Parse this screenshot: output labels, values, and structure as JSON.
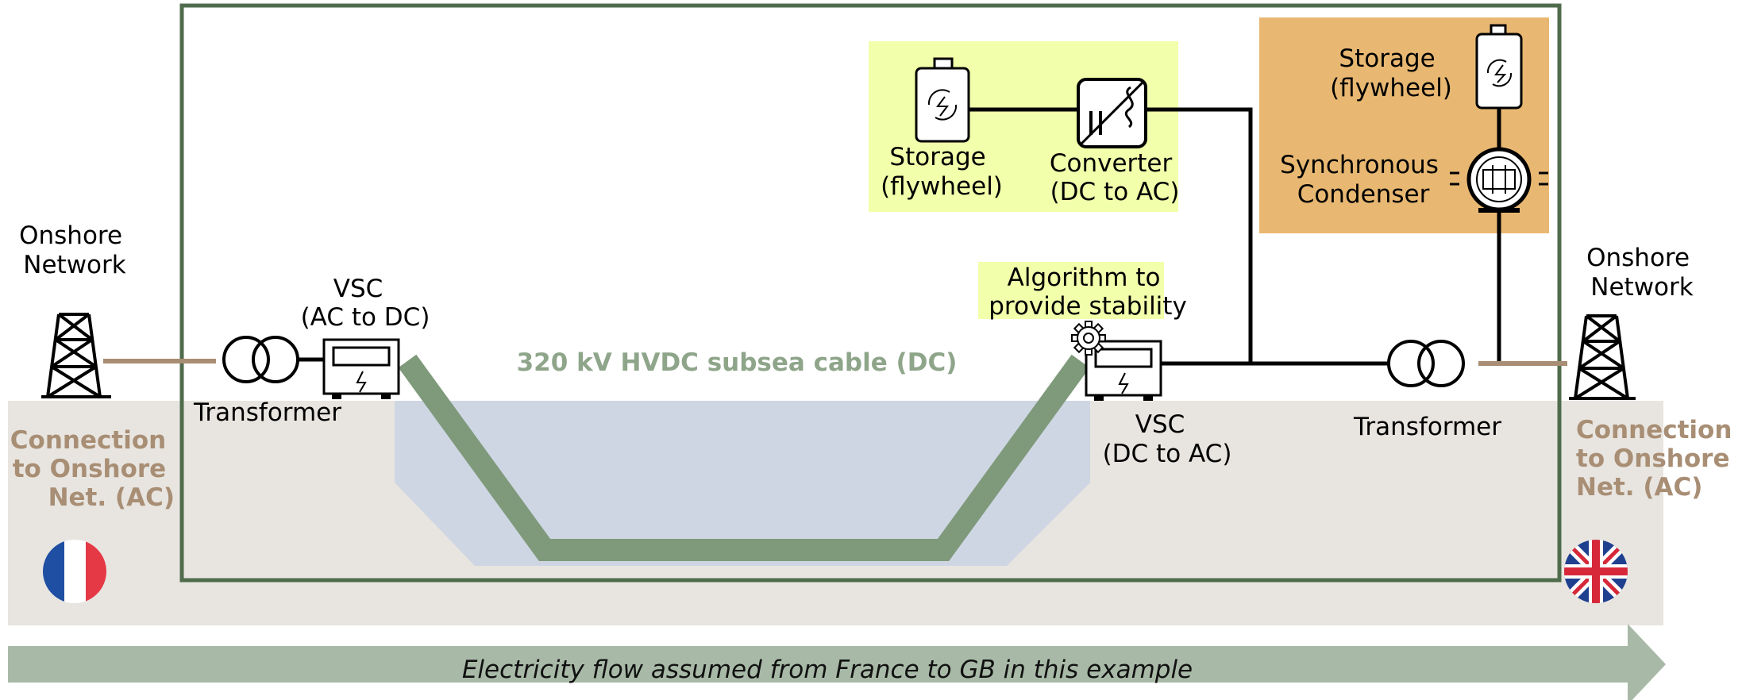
{
  "labels": {
    "onshore_left": [
      "Onshore",
      "Network"
    ],
    "onshore_right": [
      "Onshore",
      "Network"
    ],
    "vsc_left": [
      "VSC",
      "(AC to DC)"
    ],
    "vsc_right": [
      "VSC",
      "(DC to AC)"
    ],
    "transformer_left": "Transformer",
    "transformer_right": "Transformer",
    "storage_left": [
      "Storage",
      "(flywheel)"
    ],
    "converter": [
      "Converter",
      "(DC to AC)"
    ],
    "storage_right": [
      "Storage",
      "(flywheel)"
    ],
    "sync_condenser": [
      "Synchronous",
      "Condenser"
    ],
    "algorithm": [
      "Algorithm to",
      "provide stability"
    ],
    "cable": "320 kV HVDC subsea cable (DC)",
    "connection_left": [
      "Connection",
      "to Onshore",
      "Net. (AC)"
    ],
    "connection_right": [
      "Connection",
      "to Onshore",
      "Net. (AC)"
    ],
    "flow": "Electricity flow assumed from France to GB in this example"
  },
  "flags": {
    "left": "france-flag",
    "right": "uk-flag"
  },
  "colors": {
    "frame": "#4f6b4c",
    "ground": "#e8e5e0",
    "sea": "#cfd6e3",
    "cable": "#7f9a7b",
    "cable_text": "#8ea58a",
    "connection_text": "#a88e74",
    "tan_line": "#a88e74",
    "arrow": "#a8baa7",
    "yellow_box": "#f2ffab",
    "orange_box": "#e8b872"
  }
}
